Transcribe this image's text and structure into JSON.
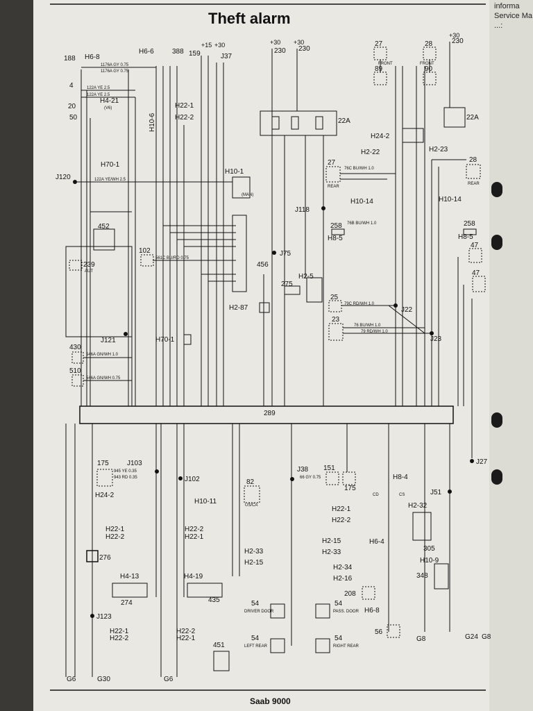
{
  "header": {
    "title": "Theft alarm"
  },
  "footer": {
    "text": "Saab 9000"
  },
  "adjacent_page": {
    "lines": [
      "informa",
      "Service Ma",
      "...:"
    ]
  },
  "colors": {
    "paper": "#e9e8e2",
    "ink": "#111111",
    "binding": "#1a1a1a"
  },
  "components": {
    "c188": "188",
    "c4": "4",
    "c20": "20",
    "c50": "50",
    "c388": "388",
    "c159": "159",
    "c37": "J37",
    "c230a": "230",
    "c230b": "230",
    "c27": "27",
    "c89": "89",
    "c28": "28",
    "c90": "90",
    "c230c": "230",
    "c22a_l": "22A",
    "c22a_r": "22A",
    "c27r": "27",
    "c28r": "28",
    "c258a": "258",
    "c258b": "258",
    "c452": "452",
    "c239": "239",
    "c102": "102",
    "c456": "456",
    "c275": "275",
    "c25": "25",
    "c23": "23",
    "c47a": "47",
    "c47b": "47",
    "c430": "430",
    "c510": "510",
    "c289": "289",
    "c175a": "175",
    "c175b": "175",
    "c82": "82",
    "c151": "151",
    "c276": "276",
    "c274": "274",
    "c435": "435",
    "c451": "451",
    "c54a": "54",
    "c54b": "54",
    "c54c": "54",
    "c54d": "54",
    "c208": "208",
    "c305": "305",
    "c348": "348",
    "c56": "56"
  },
  "labels": {
    "front1": "FRONT",
    "front2": "FRONT",
    "rear1": "REAR",
    "rear2": "REAR",
    "aut": "AUT",
    "man": "(MAN)",
    "v6": "(V6)",
    "usca": "US/CA",
    "driver": "DRIVER DOOR",
    "pass": "PASS. DOOR",
    "leftrear": "LEFT REAR",
    "rightrear": "RIGHT REAR",
    "cs": "CS",
    "cd": "CD"
  },
  "connectors": {
    "h6_8": "H6-8",
    "h6_6": "H6-6",
    "h4_21": "H4-21",
    "h10_6": "H10-6",
    "h22_1": "H22-1",
    "h22_2": "H22-2",
    "h70_1a": "H70-1",
    "h10_1": "H10-1",
    "h24_2": "H24-2",
    "h2_22": "H2-22",
    "h2_23": "H2-23",
    "h10_14a": "H10-14",
    "h10_14b": "H10-14",
    "h8_5a": "H8-5",
    "h8_5b": "H8-5",
    "h2_5": "H2-5",
    "h2_87": "H2-87",
    "h70_1b": "H70-1",
    "h24_2b": "H24-2",
    "h10_11": "H10-11",
    "h8_4": "H8-4",
    "h22_1b": "H22-1",
    "h22_2b": "H22-2",
    "h2_32": "H2-32",
    "h6_4": "H6-4",
    "h2_33": "H2-33",
    "h2_15": "H2-15",
    "h2_34": "H2-34",
    "h2_16": "H2-16",
    "h10_9": "H10-9",
    "h4_13": "H4-13",
    "h4_19": "H4-19",
    "h6_8b": "H6-8",
    "h22_1c": "H22-1",
    "h22_2c": "H22-2",
    "h22_2d": "H22-2",
    "h22_1d": "H22-1",
    "h2_15b": "H2-15",
    "h2_33b": "H2-33",
    "h22_1e": "H22-1",
    "h22_2e": "H22-2",
    "h22_2f": "H22-2",
    "h22_1f": "H22-1"
  },
  "junctions": {
    "j120": "J120",
    "j121": "J121",
    "j118": "J118",
    "j75": "J75",
    "j22": "J22",
    "j23": "J23",
    "j103": "J103",
    "j102": "J102",
    "j38": "J38",
    "j51": "J51",
    "j27": "J27",
    "j123": "J123"
  },
  "grounds": {
    "g6a": "G6",
    "g30": "G30",
    "g6b": "G6",
    "g8a": "G8",
    "g24": "G24",
    "g8b": "G8"
  },
  "supply": {
    "s15": "+15",
    "s30a": "+30",
    "s30b": "+30",
    "s30c": "+30",
    "s30d": "+30"
  },
  "wires": {
    "w1176a": "1176A GY 0.75",
    "w1176b": "1176A GY 0.75",
    "w122a": "122A YE 2.5",
    "w122a2": "122A YE 2.5",
    "w122a3": "122A YE/WH 2.5",
    "w561c": "561C BU/RD 0.75",
    "w76c": "76C BU/WH 1.0",
    "w76b": "76B BU/WH 1.0",
    "w79c": "79C RD/WH 1.0",
    "w76": "76 BU/WH 1.0",
    "w79": "79 RD/WH 1.0",
    "w546a": "546A GN/WH 1.0",
    "w546b": "546A GN/WH 0.75",
    "w945": "945 YE 0.35",
    "w943": "943 RD 0.35",
    "w66": "66 GY 0.75"
  }
}
